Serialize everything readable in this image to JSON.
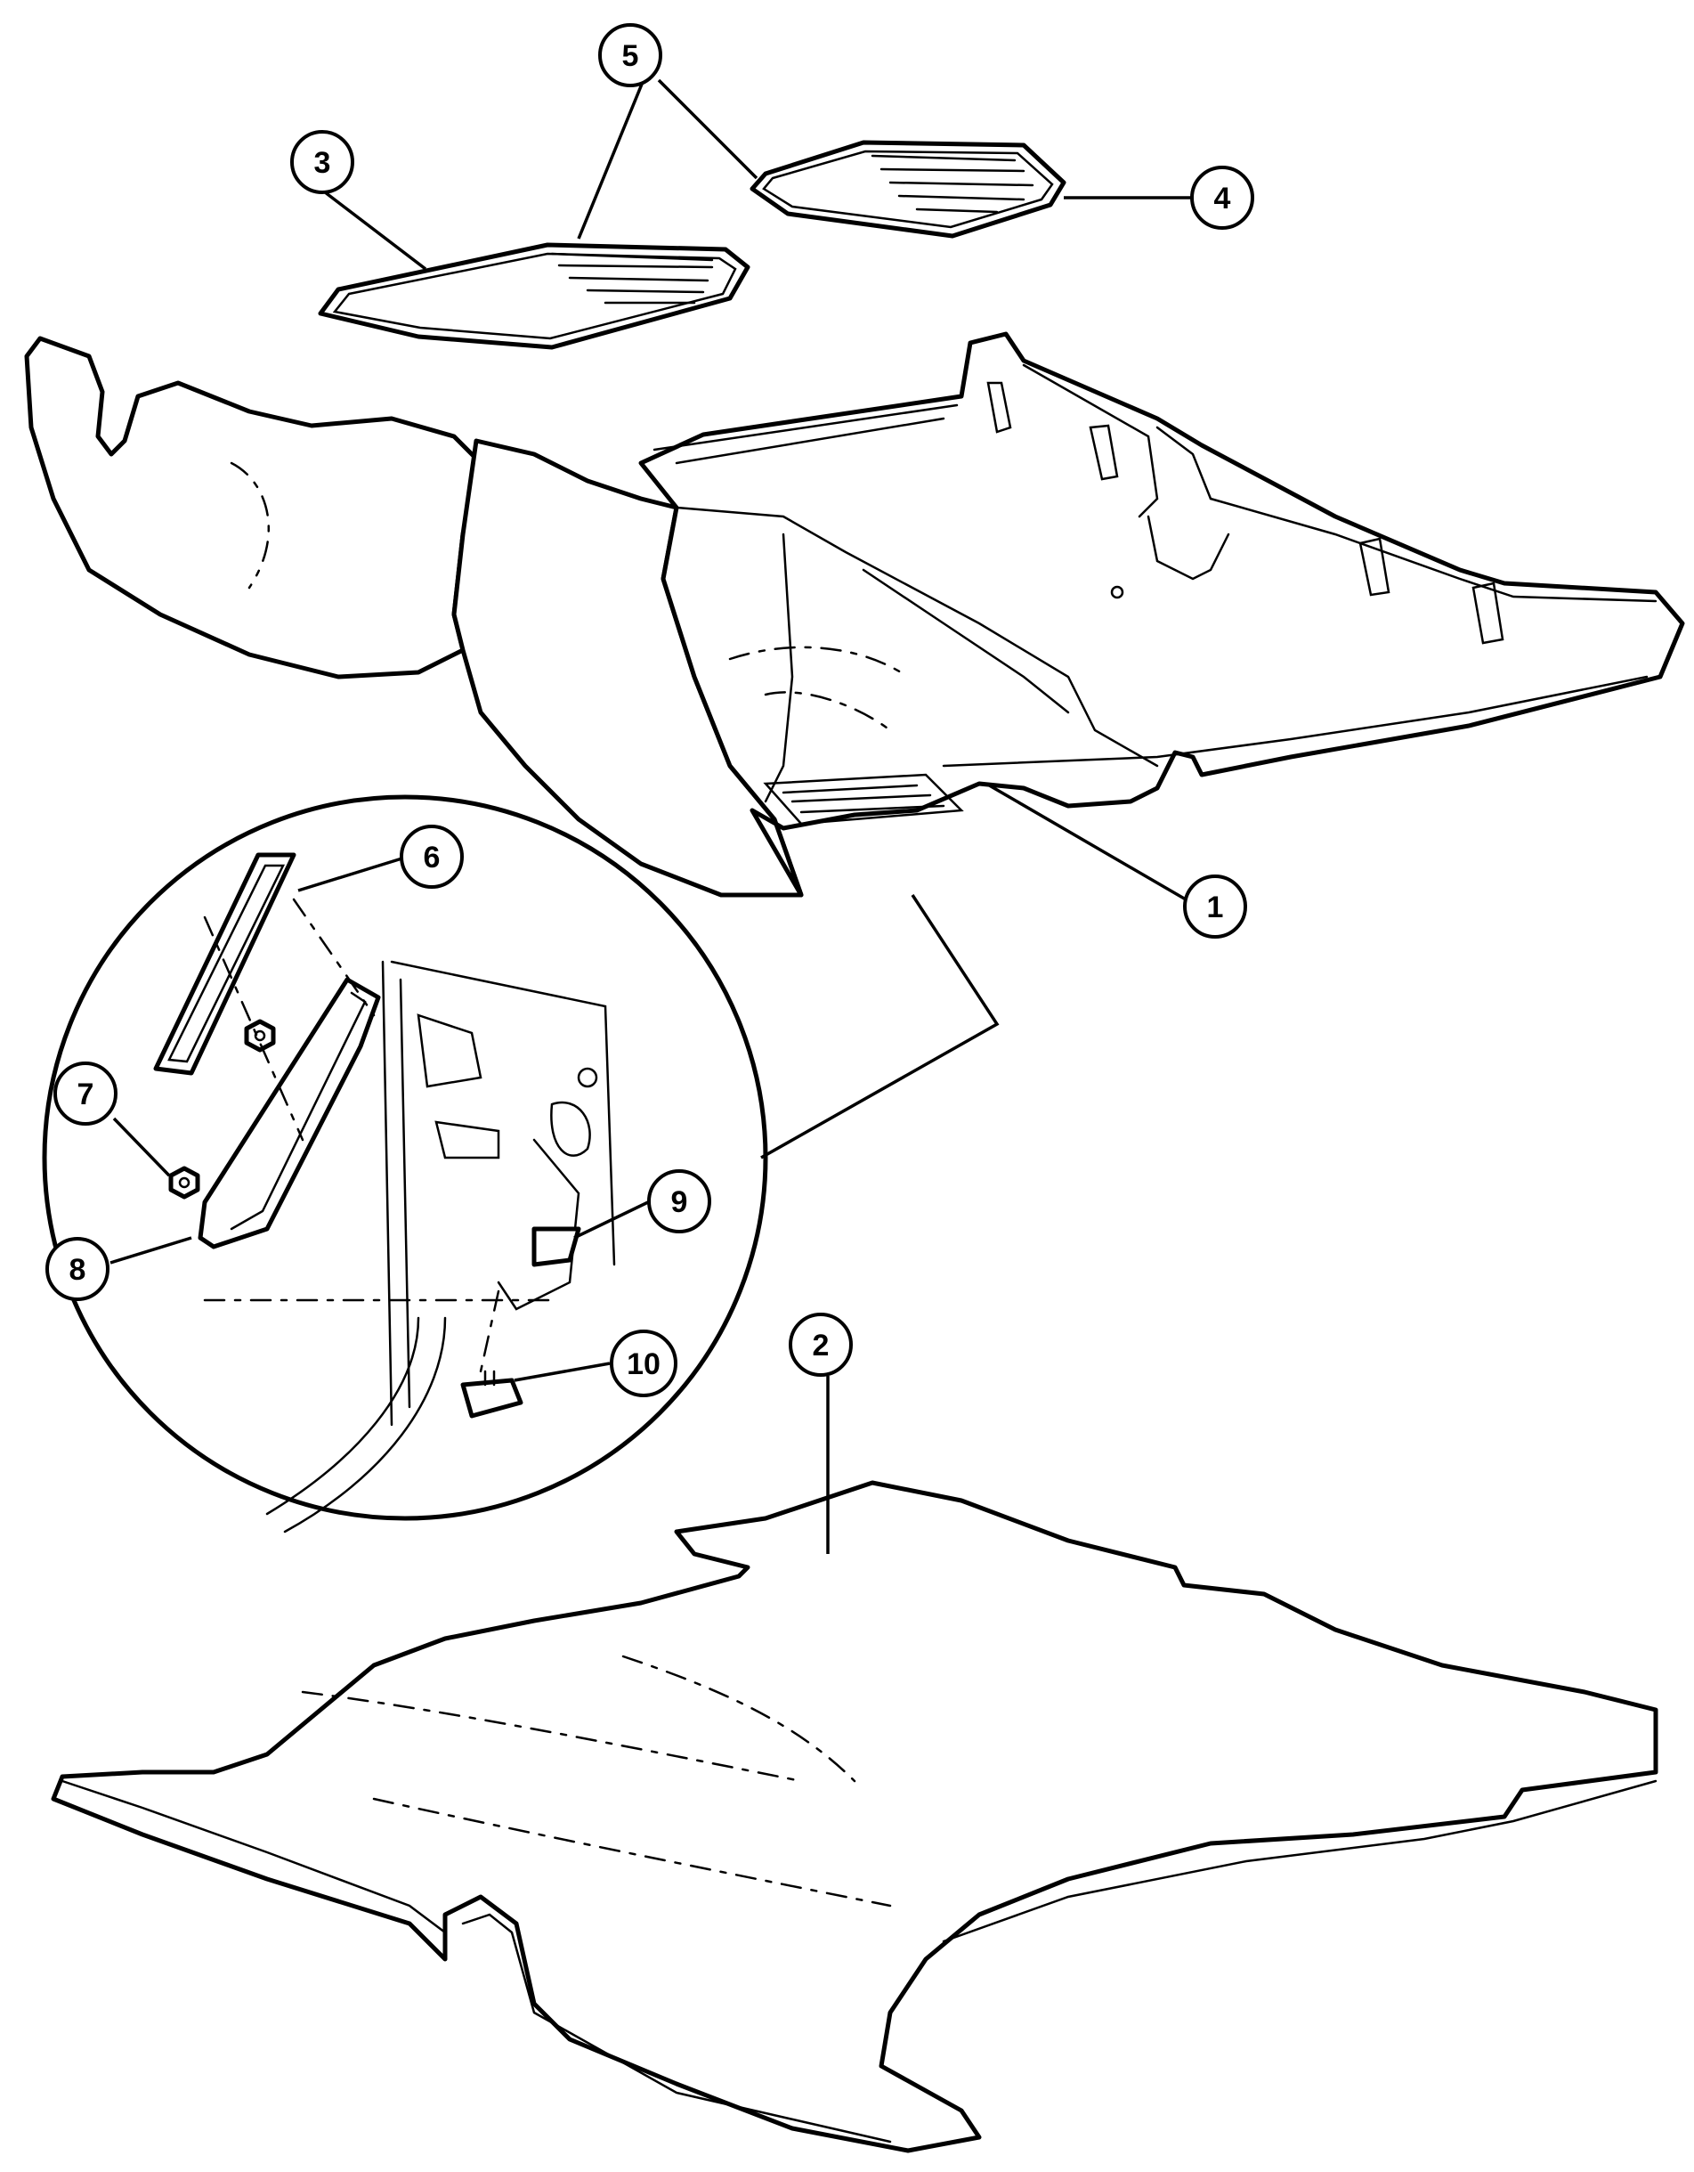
{
  "diagram": {
    "callouts": [
      {
        "id": "callout-1",
        "label": "1"
      },
      {
        "id": "callout-2",
        "label": "2"
      },
      {
        "id": "callout-3",
        "label": "3"
      },
      {
        "id": "callout-4",
        "label": "4"
      },
      {
        "id": "callout-5",
        "label": "5"
      },
      {
        "id": "callout-6",
        "label": "6"
      },
      {
        "id": "callout-7",
        "label": "7"
      },
      {
        "id": "callout-8",
        "label": "8"
      },
      {
        "id": "callout-9",
        "label": "9"
      },
      {
        "id": "callout-10",
        "label": "10"
      }
    ],
    "colors": {
      "line": "#000000",
      "background": "#ffffff"
    }
  }
}
